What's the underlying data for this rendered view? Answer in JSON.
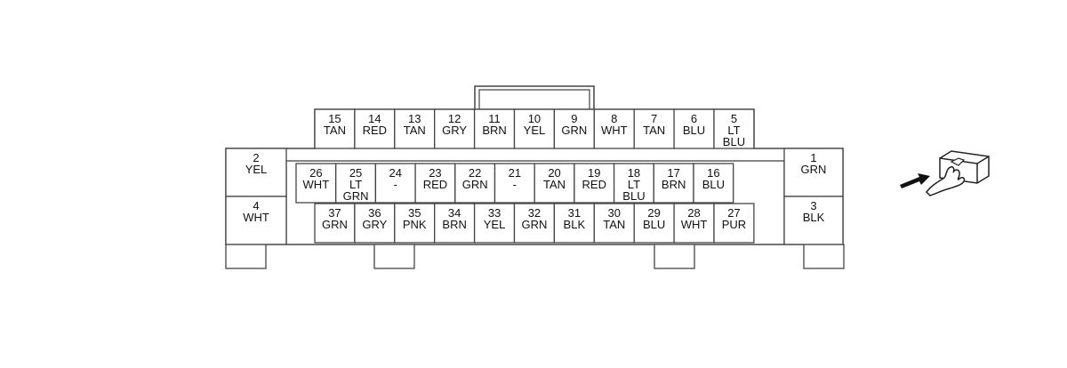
{
  "connector": {
    "top_row": [
      {
        "pin": "15",
        "color": "TAN"
      },
      {
        "pin": "14",
        "color": "RED"
      },
      {
        "pin": "13",
        "color": "TAN"
      },
      {
        "pin": "12",
        "color": "GRY"
      },
      {
        "pin": "11",
        "color": "BRN"
      },
      {
        "pin": "10",
        "color": "YEL"
      },
      {
        "pin": "9",
        "color": "GRN"
      },
      {
        "pin": "8",
        "color": "WHT"
      },
      {
        "pin": "7",
        "color": "TAN"
      },
      {
        "pin": "6",
        "color": "BLU"
      },
      {
        "pin": "5",
        "color": "LT\nBLU"
      }
    ],
    "middle_row": [
      {
        "pin": "26",
        "color": "WHT"
      },
      {
        "pin": "25",
        "color": "LT\nGRN"
      },
      {
        "pin": "24",
        "color": "-"
      },
      {
        "pin": "23",
        "color": "RED"
      },
      {
        "pin": "22",
        "color": "GRN"
      },
      {
        "pin": "21",
        "color": "-"
      },
      {
        "pin": "20",
        "color": "TAN"
      },
      {
        "pin": "19",
        "color": "RED"
      },
      {
        "pin": "18",
        "color": "LT\nBLU"
      },
      {
        "pin": "17",
        "color": "BRN"
      },
      {
        "pin": "16",
        "color": "BLU"
      }
    ],
    "bottom_row": [
      {
        "pin": "37",
        "color": "GRN"
      },
      {
        "pin": "36",
        "color": "GRY"
      },
      {
        "pin": "35",
        "color": "PNK"
      },
      {
        "pin": "34",
        "color": "BRN"
      },
      {
        "pin": "33",
        "color": "YEL"
      },
      {
        "pin": "32",
        "color": "GRN"
      },
      {
        "pin": "31",
        "color": "BLK"
      },
      {
        "pin": "30",
        "color": "TAN"
      },
      {
        "pin": "29",
        "color": "BLU"
      },
      {
        "pin": "28",
        "color": "WHT"
      },
      {
        "pin": "27",
        "color": "PUR"
      }
    ],
    "left_side": [
      {
        "pin": "2",
        "color": "YEL"
      },
      {
        "pin": "4",
        "color": "WHT"
      }
    ],
    "right_side": [
      {
        "pin": "1",
        "color": "GRN"
      },
      {
        "pin": "3",
        "color": "BLK"
      }
    ]
  },
  "icons": {
    "view_indicator": "hand-probe-connector-icon"
  },
  "colors": {
    "line": "#444444",
    "background": "#ffffff"
  }
}
